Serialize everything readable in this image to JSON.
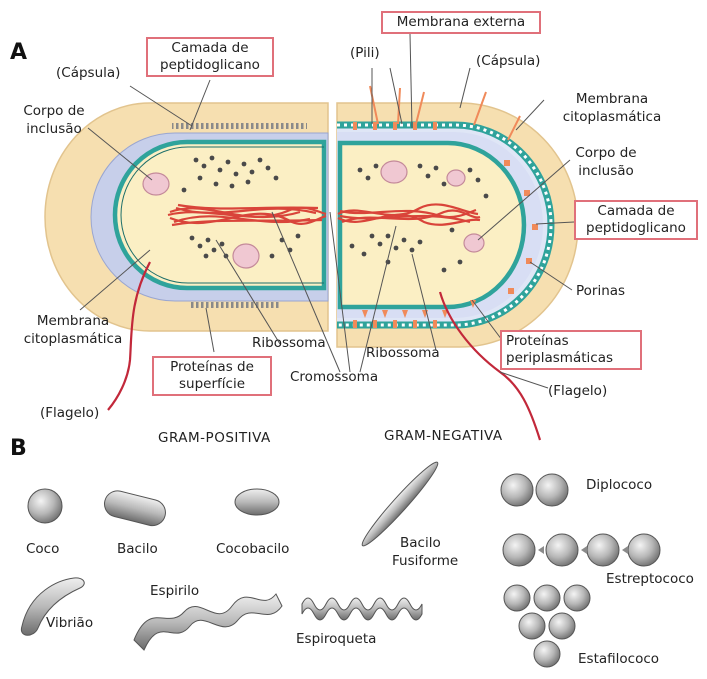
{
  "section_a": "A",
  "section_b": "B",
  "gram_positive": {
    "title": "GRAM-POSITIVA",
    "capsula": "(Cápsula)",
    "camada_1": "Camada de",
    "camada_2": "peptidoglicano",
    "corpo_1": "Corpo de",
    "corpo_2": "inclusão",
    "membrana_1": "Membrana",
    "membrana_2": "citoplasmática",
    "ribossoma": "Ribossoma",
    "proteinas_1": "Proteínas de",
    "proteinas_2": "superfície",
    "flagelo": "(Flagelo)"
  },
  "gram_negative": {
    "title": "GRAM-NEGATIVA",
    "membrana_externa": "Membrana externa",
    "pili": "(Pili)",
    "capsula": "(Cápsula)",
    "membrana_1": "Membrana",
    "membrana_2": "citoplasmática",
    "corpo_1": "Corpo de",
    "corpo_2": "inclusão",
    "camada_1": "Camada de",
    "camada_2": "peptidoglicano",
    "porinas": "Porinas",
    "proteinas_1": "Proteínas",
    "proteinas_2": "periplasmáticas",
    "ribossoma": "Ribossoma",
    "flagelo": "(Flagelo)"
  },
  "shared": {
    "cromossoma": "Cromossoma"
  },
  "shapes": {
    "coco": "Coco",
    "bacilo": "Bacilo",
    "cocobacilo": "Cocobacilo",
    "bacilo_fusiforme_1": "Bacilo",
    "bacilo_fusiforme_2": "Fusiforme",
    "diplococo": "Diplococo",
    "estreptococo": "Estreptococo",
    "estafilococo": "Estafilococo",
    "vibriao": "Vibrião",
    "espirilo": "Espirilo",
    "espiroqueta": "Espiroqueta"
  },
  "colors": {
    "capsule": "#f6dfb0",
    "peptidoglycan": "#c7cfea",
    "membrane": "#2fa39b",
    "cytoplasm": "#fbefc4",
    "chromosome": "#d9443a",
    "inclusion": "#f0c8d2",
    "label_box": "#e0707a",
    "porin": "#f08a5a",
    "flagellum": "#c2283a"
  }
}
